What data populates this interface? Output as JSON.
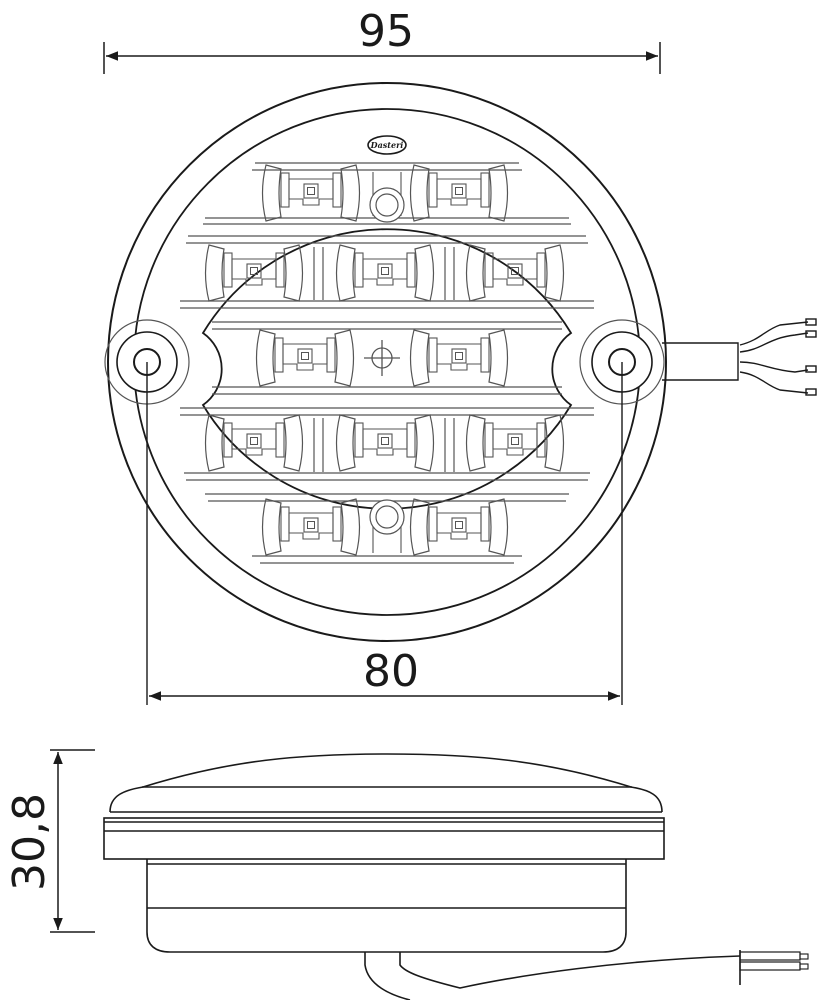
{
  "drawing": {
    "title": "LED rear lamp dimension drawing",
    "units": "mm",
    "colors": {
      "line": "#1a1a1a",
      "detail": "#555555",
      "background": "#ffffff"
    }
  },
  "dimensions": {
    "outer_diameter": {
      "label": "95",
      "value": 95
    },
    "mounting_hole_spacing": {
      "label": "80",
      "value": 80
    },
    "height": {
      "label": "30,8",
      "value": 30.8
    }
  },
  "front_view": {
    "brand_badge": "Dasteri",
    "led_rows": [
      {
        "row": 1,
        "leds": 2,
        "center_feature": "screw-boss"
      },
      {
        "row": 2,
        "leds": 3,
        "center_feature": "none"
      },
      {
        "row": 3,
        "leds": 2,
        "center_feature": "crosshair"
      },
      {
        "row": 4,
        "leds": 3,
        "center_feature": "none"
      },
      {
        "row": 5,
        "leds": 2,
        "center_feature": "screw-boss"
      }
    ],
    "mounting_holes": 2,
    "cable_wires": 4
  },
  "side_view": {
    "cable_wires": 2
  }
}
